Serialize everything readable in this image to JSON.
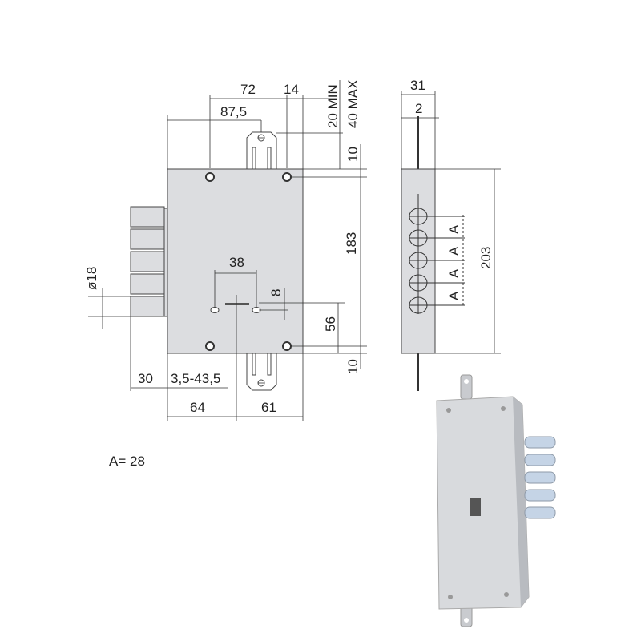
{
  "front_view": {
    "dims": {
      "d72": "72",
      "d14": "14",
      "d87_5": "87,5",
      "d20min": "20 MIN",
      "d40max": "40 MAX",
      "d10_top": "10",
      "d183": "183",
      "d38": "38",
      "d8": "8",
      "d56": "56",
      "d10_bottom": "10",
      "d18": "ø18",
      "d30": "30",
      "d3_5_43_5": "3,5-43,5",
      "d64": "64",
      "d61": "61"
    }
  },
  "side_view": {
    "dims": {
      "d31": "31",
      "d2": "2",
      "d203": "203",
      "a_labels": [
        "A",
        "A",
        "A",
        "A"
      ]
    }
  },
  "note": "A= 28",
  "colors": {
    "body": "#dcdde0",
    "line": "#333333"
  }
}
